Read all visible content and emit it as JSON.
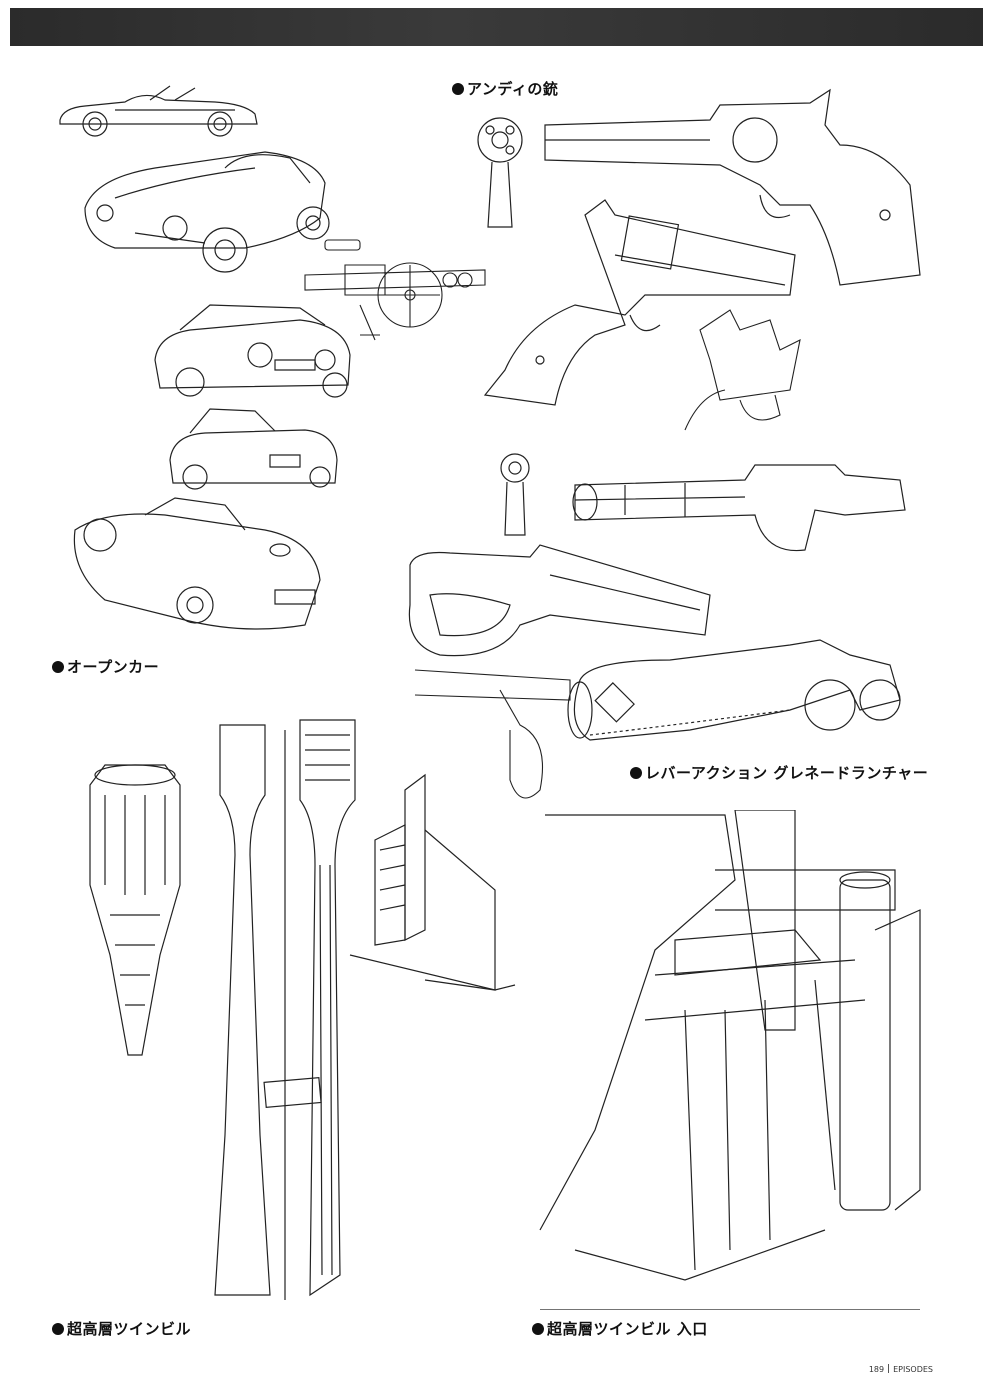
{
  "captions": {
    "gun": "アンディの銃",
    "car": "オープンカー",
    "launcher": "レバーアクション グレネードランチャー",
    "tower": "超高層ツインビル",
    "entrance": "超高層ツインビル 入口"
  },
  "footer": {
    "page_number": "189",
    "section": "EPISODES"
  }
}
